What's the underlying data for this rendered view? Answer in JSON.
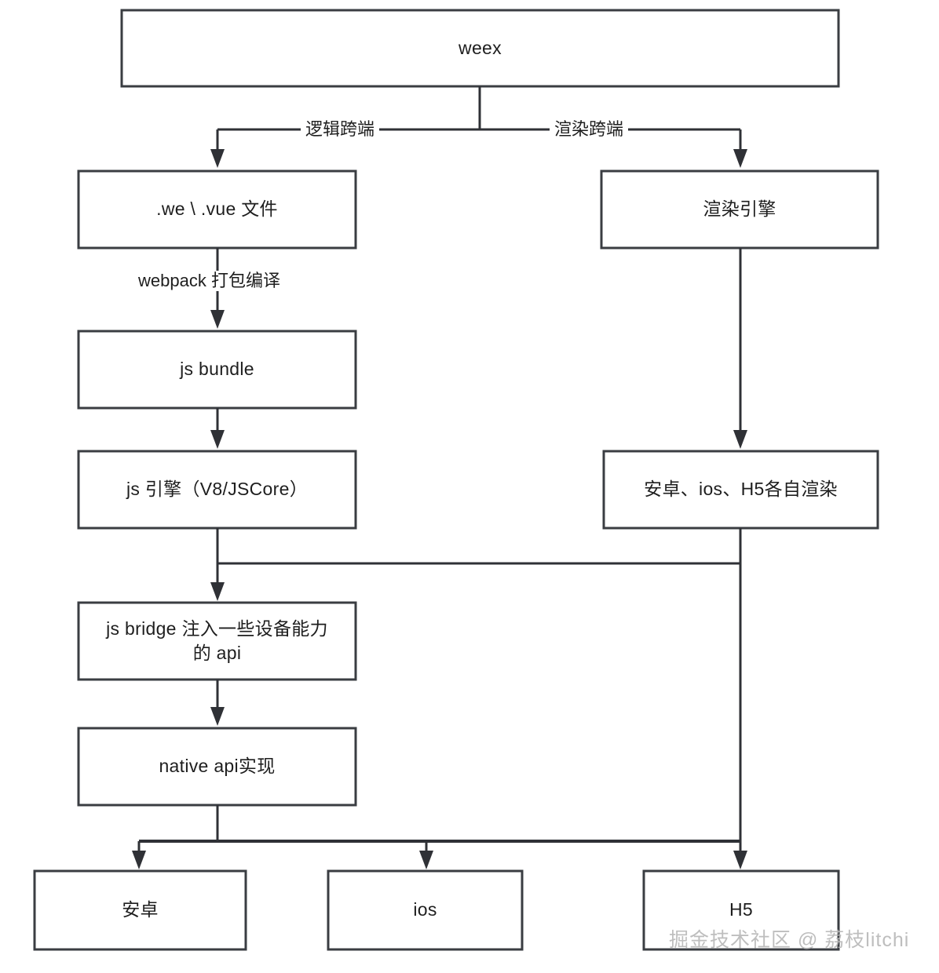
{
  "diagram": {
    "title": "weex",
    "type": "flowchart",
    "background_color": "#ffffff",
    "line_color": "#2f3136",
    "box_border_color": "#3a3d42",
    "text_color": "#1e1e1e",
    "watermark": "掘金技术社区 @ 荔枝litchi",
    "nodes": [
      {
        "id": "weex",
        "label": "weex"
      },
      {
        "id": "we_vue",
        "label": ".we \\ .vue 文件"
      },
      {
        "id": "render_eng",
        "label": "渲染引擎"
      },
      {
        "id": "js_bundle",
        "label": "js bundle"
      },
      {
        "id": "js_engine",
        "label": "js 引擎（V8/JSCore）"
      },
      {
        "id": "each_render",
        "label": "安卓、ios、H5各自渲染"
      },
      {
        "id": "js_bridge",
        "label": "js bridge 注入一些设备能力\n的 api"
      },
      {
        "id": "native_api",
        "label": "native api实现"
      },
      {
        "id": "android",
        "label": "安卓"
      },
      {
        "id": "ios",
        "label": "ios"
      },
      {
        "id": "h5",
        "label": "H5"
      }
    ],
    "edges": [
      {
        "from": "weex",
        "to": "we_vue",
        "label": "逻辑跨端"
      },
      {
        "from": "weex",
        "to": "render_eng",
        "label": "渲染跨端"
      },
      {
        "from": "we_vue",
        "to": "js_bundle",
        "label": "webpack 打包编译"
      },
      {
        "from": "js_bundle",
        "to": "js_engine",
        "label": ""
      },
      {
        "from": "render_eng",
        "to": "each_render",
        "label": ""
      },
      {
        "from": "js_engine",
        "to": "js_bridge",
        "label": ""
      },
      {
        "from": "js_bridge",
        "to": "native_api",
        "label": ""
      },
      {
        "from": "native_api",
        "to": "android",
        "label": ""
      },
      {
        "from": "native_api",
        "to": "ios",
        "label": ""
      },
      {
        "from": "each_render",
        "to": "h5",
        "label": ""
      }
    ]
  }
}
